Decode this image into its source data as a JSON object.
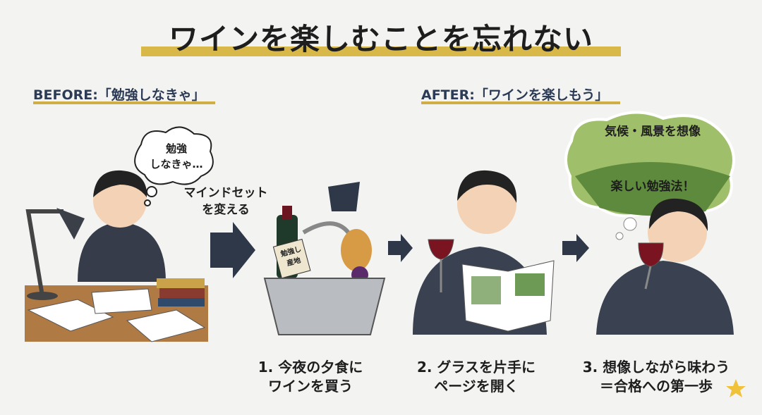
{
  "title": "ワインを楽しむことを忘れない",
  "before": {
    "label": "BEFORE:「勉強しなきゃ」",
    "thought": [
      "勉強",
      "しなきゃ…"
    ]
  },
  "mindset": [
    "マインドセット",
    "を変える"
  ],
  "bottle_label": [
    "勉強し",
    "産地"
  ],
  "after": {
    "label": "AFTER:「ワインを楽しもう」",
    "cloud_top": "気候・風景を想像",
    "cloud_bottom": "楽しい勉強法！"
  },
  "steps": [
    {
      "line1": "1. 今夜の夕食に",
      "line2": "ワインを買う"
    },
    {
      "line1": "2. グラスを片手に",
      "line2": "ページを開く"
    },
    {
      "line1": "3. 想像しながら味わう",
      "line2": "＝合格への第一歩"
    }
  ],
  "colors": {
    "accent": "#d9b84a",
    "navy": "#2b3a55",
    "shirt": "#3a4150",
    "wine": "#7a1420"
  }
}
